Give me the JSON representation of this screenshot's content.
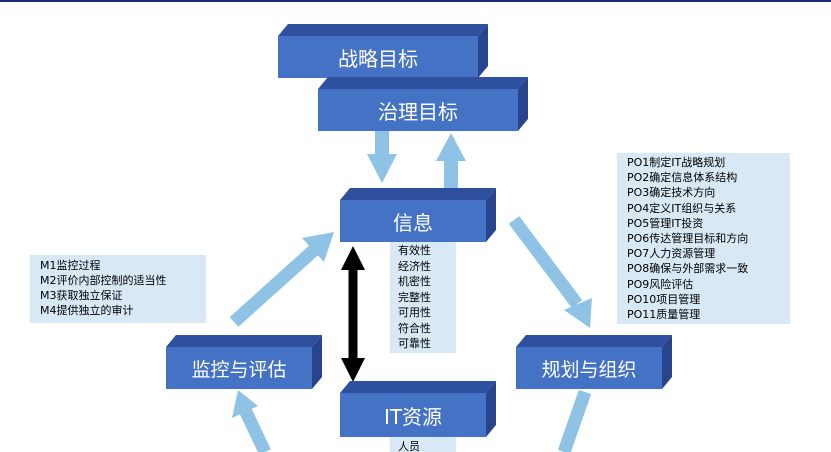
{
  "boxes": {
    "strategy": "战略目标",
    "governance": "治理目标",
    "information": "信息",
    "monitor": "监控与评估",
    "plan": "规划与组织",
    "it_resources": "IT资源"
  },
  "info_criteria": [
    "有效性",
    "经济性",
    "机密性",
    "完整性",
    "可用性",
    "符合性",
    "可靠性"
  ],
  "it_resources_items": [
    "人员"
  ],
  "monitor_processes": [
    "M1监控过程",
    "M2评价内部控制的适当性",
    "M3获取独立保证",
    "M4提供独立的审计"
  ],
  "plan_processes": [
    "PO1制定IT战略规划",
    "PO2确定信息体系结构",
    "PO3确定技术方向",
    "PO4定义IT组织与关系",
    "PO5管理IT投资",
    "PO6传达管理目标和方向",
    "PO7人力资源管理",
    "PO8确保与外部需求一致",
    "PO9风险评估",
    "PO10项目管理",
    "PO11质量管理"
  ],
  "colors": {
    "box_front": "#4472c4",
    "box_top": "#2f4f9f",
    "box_side": "#27458c",
    "arrow": "#8fc3e6",
    "panel": "#d9e8f5"
  }
}
